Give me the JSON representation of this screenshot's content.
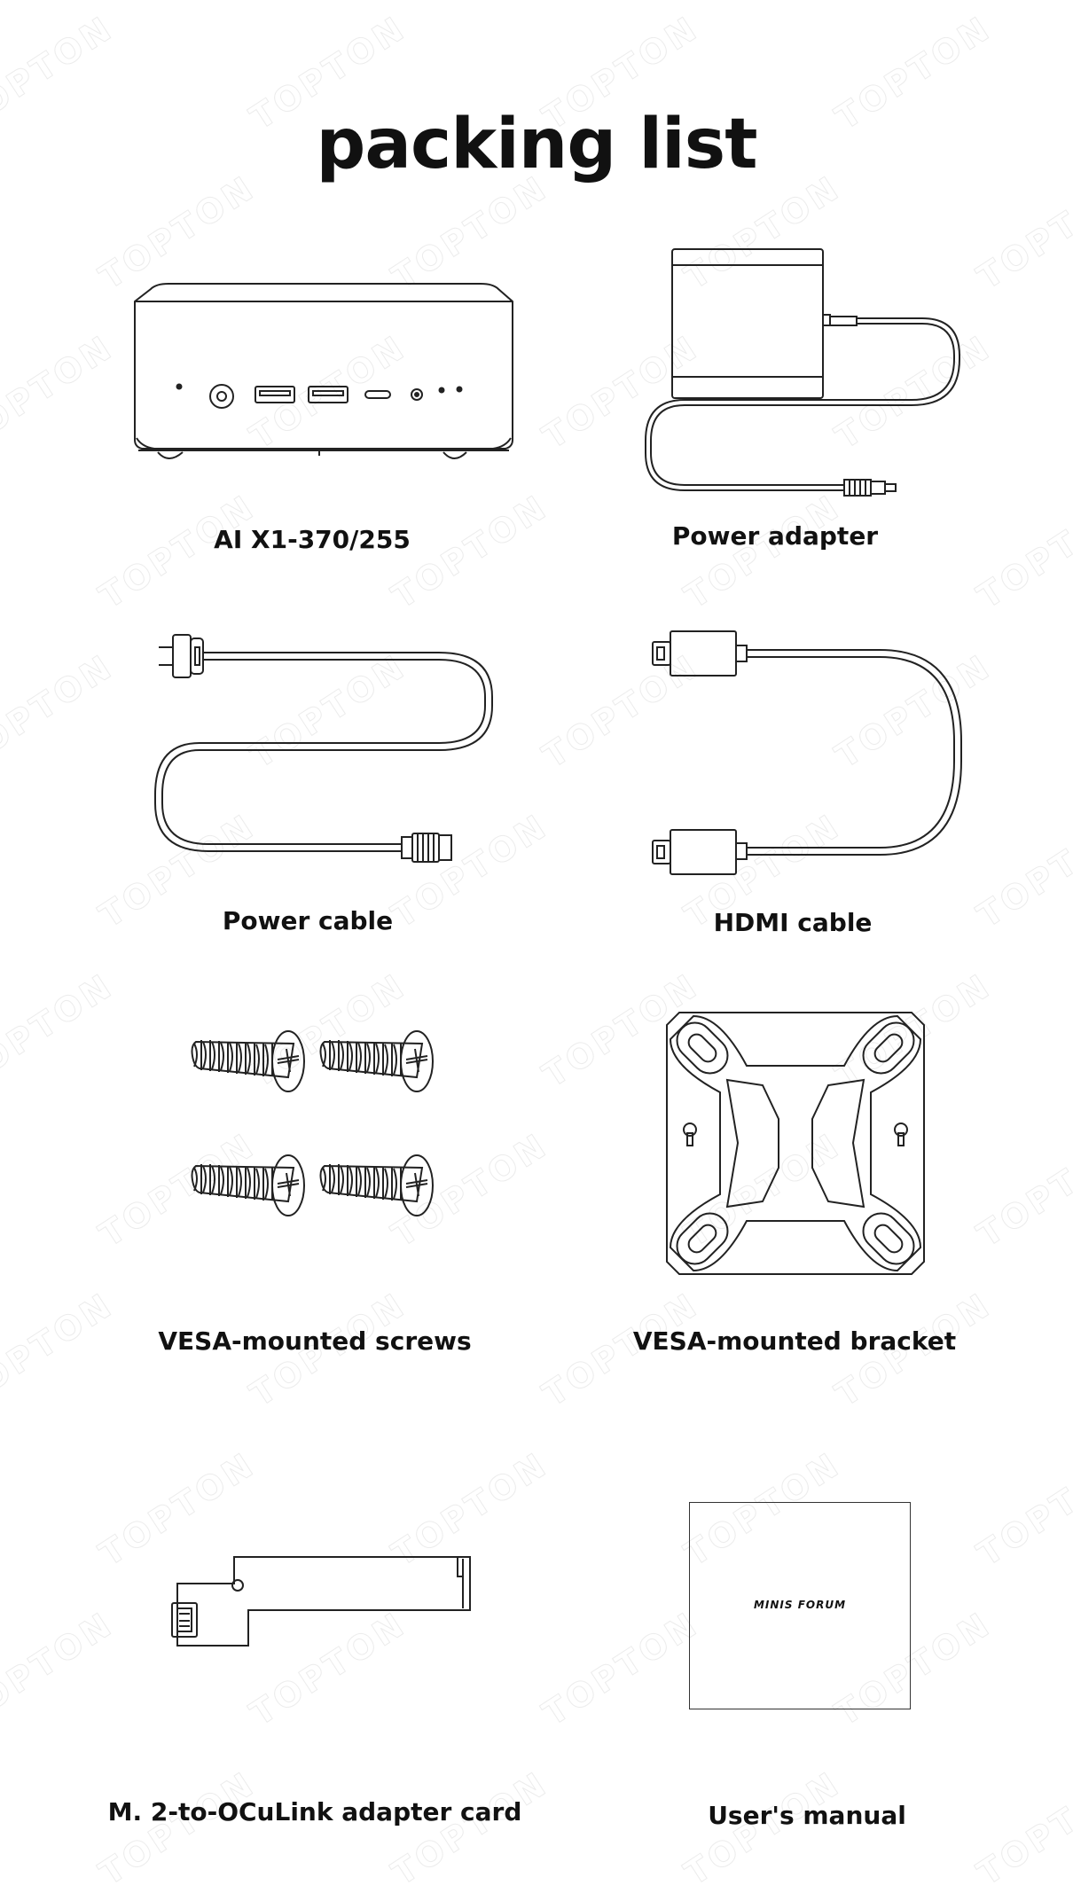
{
  "page": {
    "title": "packing list",
    "watermark_text": "TOPTON"
  },
  "items": [
    {
      "id": "mini-pc",
      "label": "AI X1-370/255",
      "icon": "mini-pc-icon"
    },
    {
      "id": "power-adapter",
      "label": "Power adapter",
      "icon": "power-adapter-icon"
    },
    {
      "id": "power-cable",
      "label": "Power cable",
      "icon": "power-cable-icon"
    },
    {
      "id": "hdmi-cable",
      "label": "HDMI cable",
      "icon": "hdmi-cable-icon"
    },
    {
      "id": "vesa-screws",
      "label": "VESA-mounted screws",
      "icon": "screws-icon"
    },
    {
      "id": "vesa-bracket",
      "label": "VESA-mounted bracket",
      "icon": "vesa-bracket-icon"
    },
    {
      "id": "oculink-card",
      "label": "M. 2-to-OCuLink adapter card",
      "icon": "adapter-card-icon"
    },
    {
      "id": "users-manual",
      "label": "User's manual",
      "icon": "manual-icon",
      "cover_text": "MINIS FORUM"
    }
  ],
  "colors": {
    "line": "#222222",
    "text": "#111111",
    "watermark": "#ececec",
    "background": "#ffffff"
  }
}
